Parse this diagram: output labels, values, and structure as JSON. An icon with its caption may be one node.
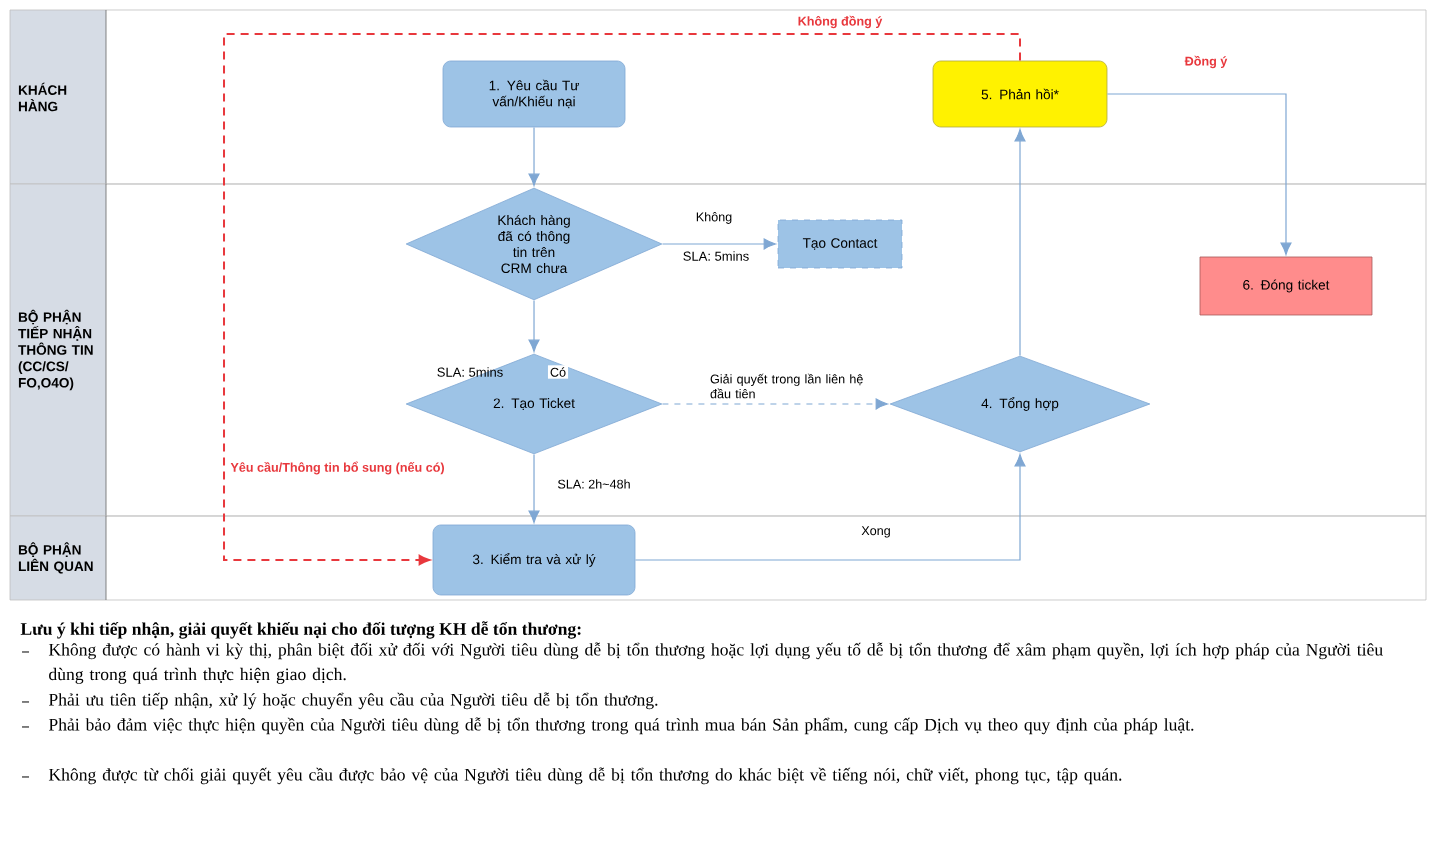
{
  "diagram": {
    "nodes": [
      {
        "text": [
          "KHÁCH HÀNG"
        ]
      },
      {
        "text": [
          "BỘ PHẬN TIẾP NHẬN THÔNG TIN (CC/CS/ FO,O4O)"
        ]
      },
      {
        "text": [
          "BỘ PHẬN LIÊN QUAN"
        ]
      },
      {
        "text": [
          "1. Yêu cầu Tư vấn/Khiếu nại"
        ],
        "in": 0
      },
      {
        "text": [
          "5. Phản hồi*"
        ],
        "in": 0
      },
      {
        "text": [
          "Khách hàng đã có thông tin trên CRM chưa"
        ],
        "in": 1
      },
      {
        "text": [
          "Tạo Contact"
        ],
        "in": 1
      },
      {
        "text": [
          "6. Đóng ticket"
        ],
        "in": 1
      },
      {
        "text": [
          "2. Tạo Ticket"
        ],
        "in": 1
      },
      {
        "text": [
          "4. Tổng hợp"
        ],
        "in": 1
      },
      {
        "text": [
          "3. Kiểm tra và xử lý"
        ],
        "in": 2
      }
    ],
    "edges": [
      {
        "from": 3,
        "to": 5,
        "arrow": "to"
      },
      {
        "from": 5,
        "to": 6,
        "arrow": "to",
        "label": "Không"
      },
      {
        "from": 5,
        "to": 8,
        "arrow": "to",
        "label": "Có"
      },
      {
        "from": 8,
        "to": 9,
        "arrow": "to",
        "label": "Giải quyết trong lần liên hệ đầu tiên",
        "style": "dashed"
      },
      {
        "from": 8,
        "to": 10,
        "arrow": "to",
        "label": "SLA: 2h~48h"
      },
      {
        "from": 10,
        "to": 9,
        "arrow": "to",
        "label": "Xong"
      },
      {
        "from": 9,
        "to": 4,
        "arrow": "to"
      },
      {
        "from": 4,
        "to": 7,
        "arrow": "to",
        "label": "Đồng ý"
      },
      {
        "from": 4,
        "to": 10,
        "arrow": "to",
        "label": "Không đồng ý",
        "style": "dashed",
        "color": "#e8383d"
      }
    ],
    "labels": [
      "SLA: 5mins",
      "SLA: 5mins",
      "Yêu cầu/Thông tin bổ sung (nếu có)",
      "Lưu ý khi tiếp nhận, giải quyết khiếu nại cho đối tượng KH dễ tổn thương:",
      "Không được có hành vi kỳ thị, phân biệt đối xử đối với Người tiêu dùng dễ bị tổn thương hoặc lợi dụng yếu tố dễ bị tổn thương để xâm phạm quyền, lợi ích hợp pháp của Người tiêu dùng trong quá trình thực hiện giao dịch.",
      "Phải ưu tiên tiếp nhận, xử lý hoặc chuyển yêu cầu của Người tiêu dễ bị tổn thương.",
      "Phải bảo đảm việc thực hiện quyền của Người tiêu dùng dễ bị tổn thương trong quá trình mua bán Sản phẩm, cung cấp Dịch vụ theo quy định của pháp luật.",
      "Không được từ chối giải quyết yêu cầu được bảo vệ của Người tiêu dùng dễ bị tổn thương do khác biệt về tiếng nói, chữ viết, phong tục, tập quán."
    ]
  }
}
